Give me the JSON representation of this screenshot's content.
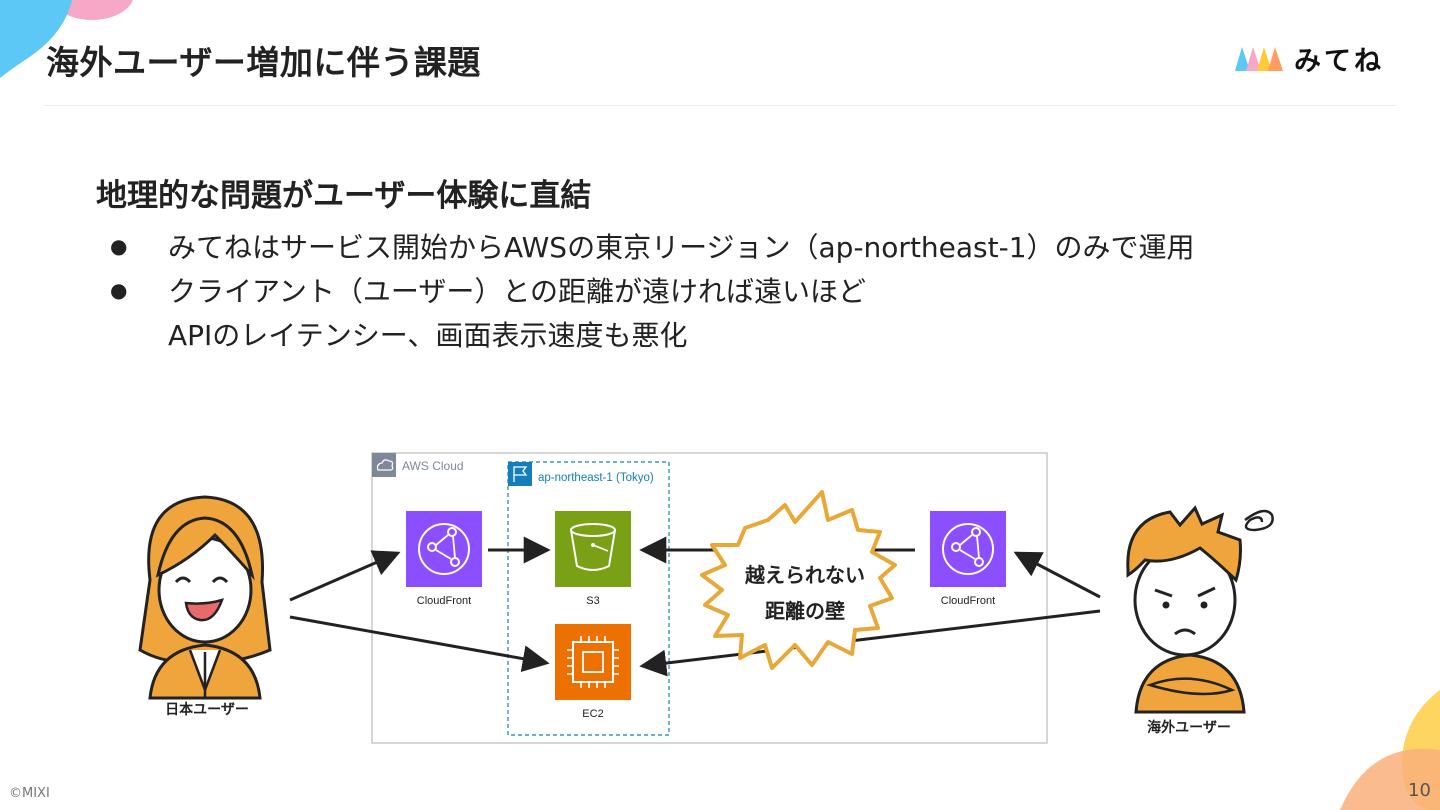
{
  "slide": {
    "title": "海外ユーザー増加に伴う課題",
    "brand": "みてね",
    "heading": "地理的な問題がユーザー体験に直結",
    "bullets": [
      {
        "lines": [
          "みてねはサービス開始からAWSの東京リージョン（ap-northeast-1）のみで運用"
        ]
      },
      {
        "lines": [
          "クライアント（ユーザー）との距離が遠ければ遠いほど",
          "APIのレイテンシー、画面表示速度も悪化"
        ]
      }
    ],
    "copyright": "©MIXI",
    "page_number": "10"
  },
  "diagram": {
    "cloud_label": "AWS Cloud",
    "region_label": "ap-northeast-1 (Tokyo)",
    "nodes": {
      "cloudfront_left": "CloudFront",
      "s3": "S3",
      "ec2": "EC2",
      "cloudfront_right": "CloudFront"
    },
    "users": {
      "japan": "日本ユーザー",
      "overseas": "海外ユーザー"
    },
    "burst_text": [
      "越えられない",
      "距離の壁"
    ],
    "colors": {
      "cloudfront": "#8C4FFF",
      "s3": "#7AA116",
      "ec2": "#ED7100",
      "region": "#147EBA",
      "burst": "#E8A838",
      "hair": "#F0A53C"
    }
  }
}
